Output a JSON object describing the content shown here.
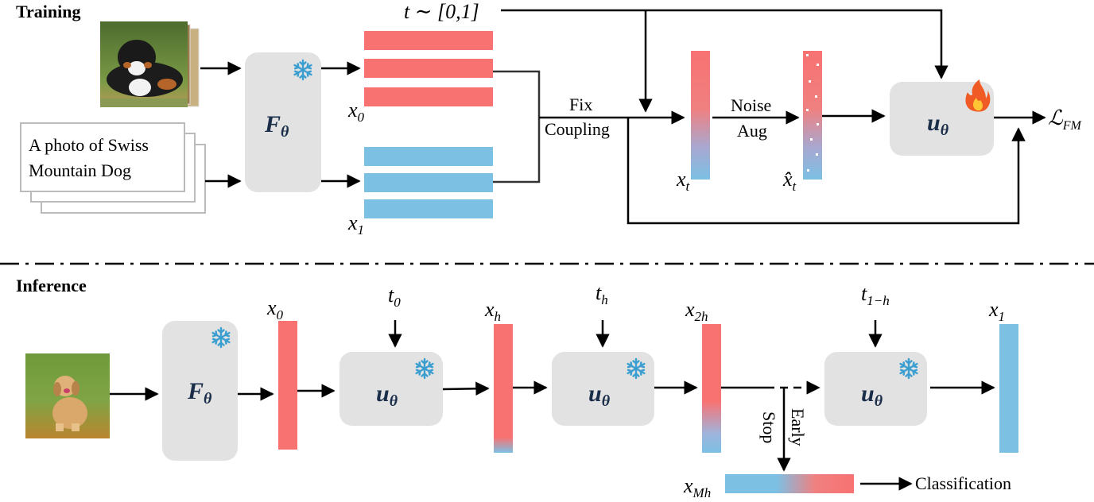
{
  "sections": {
    "training": "Training",
    "inference": "Inference"
  },
  "training": {
    "time_sample": "t ∼ [0,1]",
    "caption": [
      "A photo of Swiss",
      "Mountain Dog"
    ],
    "encoder": "F",
    "encoder_sub": "θ",
    "x0": "x",
    "x0_sub": "0",
    "x1": "x",
    "x1_sub": "1",
    "coupling": [
      "Fix",
      "Coupling"
    ],
    "xt": "x",
    "xt_sub": "t",
    "noise_aug": [
      "Noise",
      "Aug"
    ],
    "xt_hat": "x̂",
    "xt_hat_sub": "t",
    "model": "u",
    "model_sub": "θ",
    "loss": "ℒ",
    "loss_sub": "FM"
  },
  "inference": {
    "encoder": "F",
    "encoder_sub": "θ",
    "model": "u",
    "model_sub": "θ",
    "x0": "x",
    "x0_sub": "0",
    "xh": "x",
    "xh_sub": "h",
    "x2h": "x",
    "x2h_sub": "2h",
    "x1": "x",
    "x1_sub": "1",
    "t0": "t",
    "t0_sub": "0",
    "th": "t",
    "th_sub": "h",
    "t1h": "t",
    "t1h_sub": "1−h",
    "early_stop": [
      "Early",
      "Stop"
    ],
    "xmh": "x",
    "xmh_sub": "Mh",
    "classification": "Classification"
  },
  "colors": {
    "red": "#f87272",
    "blue": "#7cc0e4",
    "box": "#e2e2e2",
    "snowflake": "#3a9fd0",
    "text_dark": "#1a2e4a"
  },
  "icons": [
    "snowflake-icon",
    "fire-icon",
    "dog-photo",
    "puppy-photo"
  ]
}
